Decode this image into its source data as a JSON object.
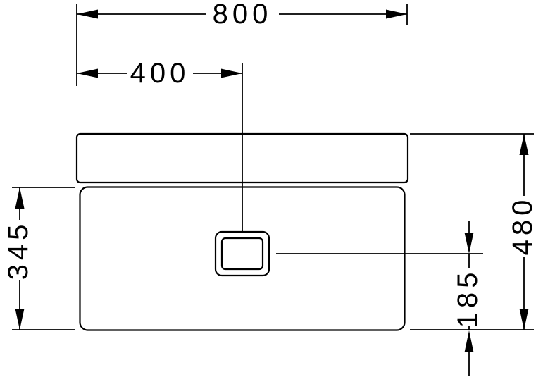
{
  "drawing": {
    "title": "washbasin-front-elevation-dimension-drawing",
    "background_color": "#ffffff",
    "line_color": "#000000",
    "dimensions": {
      "total_width": "800",
      "drain_center_from_left": "400",
      "apron_height": "345",
      "total_height": "480",
      "drain_center_to_bottom": "185"
    }
  }
}
